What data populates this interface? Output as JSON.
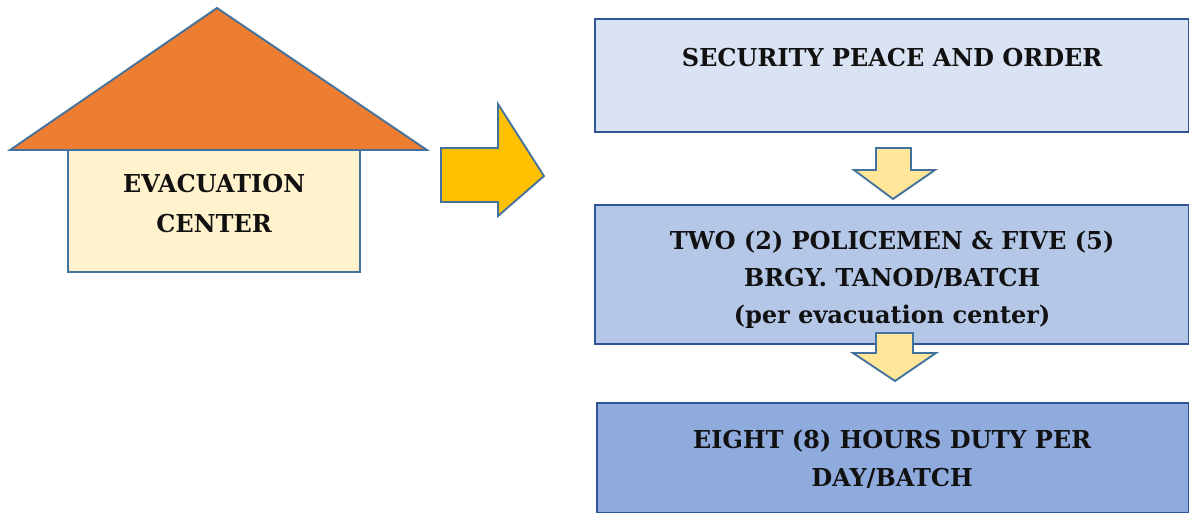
{
  "house": {
    "line1": "EVACUATION",
    "line2": "CENTER",
    "roof_color": "#ED7D31",
    "wall_color": "#FFF2CC"
  },
  "arrow_right_color": "#FFC000",
  "down_arrow_color": "#FFE699",
  "boxes": [
    {
      "lines": [
        "SECURITY PEACE AND ORDER"
      ],
      "fill": "#DAE3F3"
    },
    {
      "lines": [
        "TWO (2) POLICEMEN & FIVE (5)",
        "BRGY. TANOD/BATCH",
        "(per evacuation center)"
      ],
      "fill": "#B4C7E7"
    },
    {
      "lines": [
        "EIGHT (8) HOURS DUTY PER",
        "DAY/BATCH"
      ],
      "fill": "#8FAADC"
    }
  ],
  "border_color": "#2F5597"
}
